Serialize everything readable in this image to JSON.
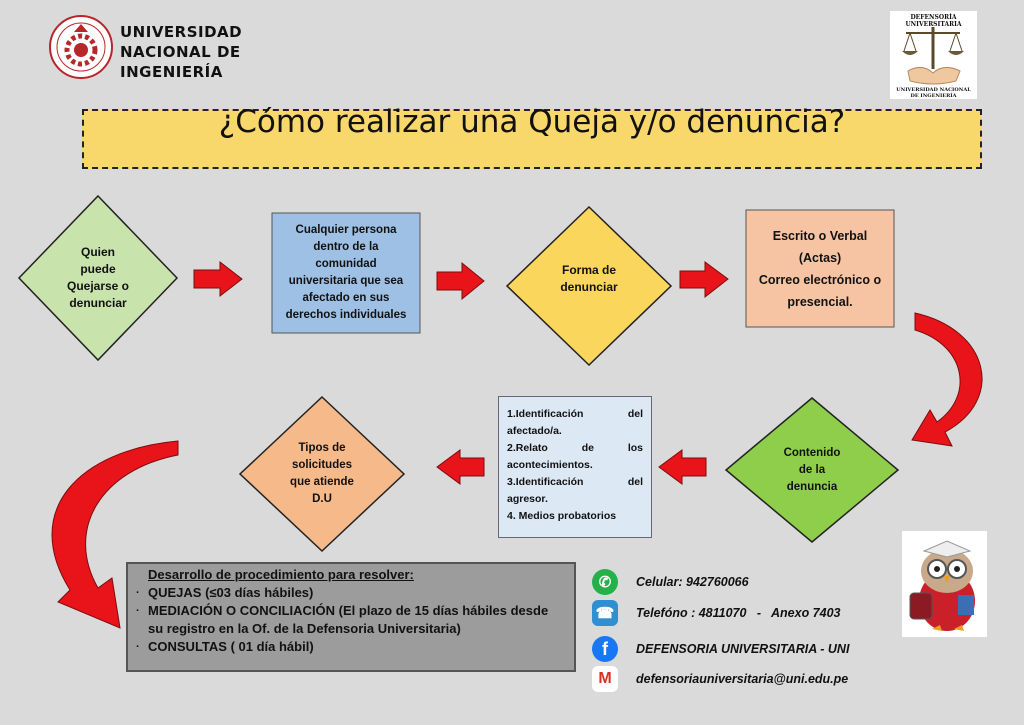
{
  "header": {
    "university_lines": [
      "UNIVERSIDAD",
      "NACIONAL DE",
      "INGENIERÍA"
    ],
    "seal_top": "DEFENSORÍA UNIVERSITARIA",
    "seal_bottom": "UNIVERSIDAD NACIONAL DE INGENIERÍA",
    "title": "¿Cómo realizar una Queja y/o denuncia?"
  },
  "flow": {
    "who": [
      "Quien",
      "puede",
      "Quejarse o",
      "denunciar"
    ],
    "anyone": [
      "Cualquier persona",
      "dentro de la",
      "comunidad",
      "universitaria que sea",
      "afectado en sus",
      "derechos individuales"
    ],
    "form": [
      "Forma de",
      "denunciar"
    ],
    "modes": [
      "Escrito o Verbal",
      "(Actas)",
      "",
      "Correo electrónico o",
      "presencial."
    ],
    "content": [
      "Contenido",
      "de la",
      "denuncia"
    ],
    "requirements": [
      "1.Identificación del afectado/a.",
      "2.Relato de los acontecimientos.",
      "3.Identificación del agresor.",
      "4. Medios probatorios"
    ],
    "types": [
      "Tipos de",
      "solicitudes",
      "que atiende",
      "D.U"
    ]
  },
  "procedure": {
    "title": "Desarrollo de procedimiento para resolver:",
    "items": [
      "QUEJAS (≤03 días hábiles)",
      "MEDIACIÓN O CONCILIACIÓN (El plazo de 15 días hábiles desde su registro en la Of. de la Defensoria Universitaria)",
      "CONSULTAS ( 01 día hábil)"
    ]
  },
  "contacts": {
    "cell": "Celular: 942760066",
    "phone": "Telefóno : 4811070   -   Anexo 7403",
    "facebook": "DEFENSORIA UNIVERSITARIA - UNI",
    "email": "defensoriauniversitaria@uni.edu.pe"
  },
  "colors": {
    "green": "#c9e3ad",
    "blue": "#9dc0e4",
    "yellow": "#fbd65c",
    "salmon": "#f6c4a2",
    "bright_green": "#8fce4a",
    "orange": "#f6b98a",
    "arrow": "#e8141a",
    "title_bg": "#f8d86a"
  },
  "icons": [
    "whatsapp-icon",
    "telephone-icon",
    "facebook-icon",
    "gmail-icon"
  ]
}
